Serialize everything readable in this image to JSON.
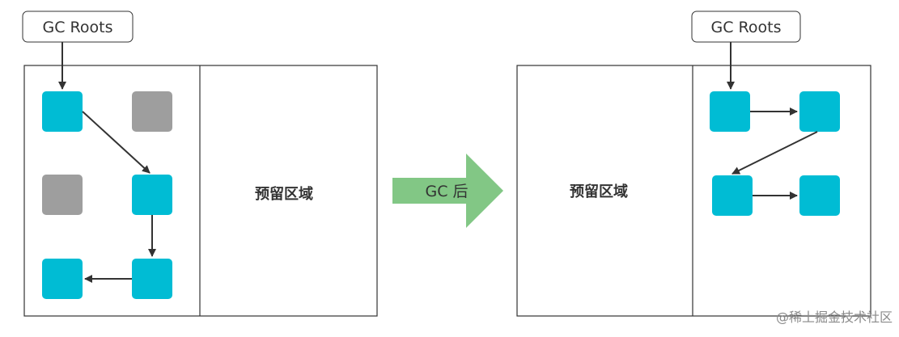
{
  "left_panel": {
    "roots_label": "GC Roots",
    "reserved_label": "预留区域"
  },
  "arrow": {
    "label": "GC 后"
  },
  "right_panel": {
    "roots_label": "GC Roots",
    "reserved_label": "预留区域"
  },
  "watermark": "@稀土掘金技术社区",
  "colors": {
    "live_object": "#00bcd4",
    "dead_object": "#9e9e9e",
    "arrow_fill": "#82c785",
    "border": "#333333",
    "edge": "#333333"
  }
}
